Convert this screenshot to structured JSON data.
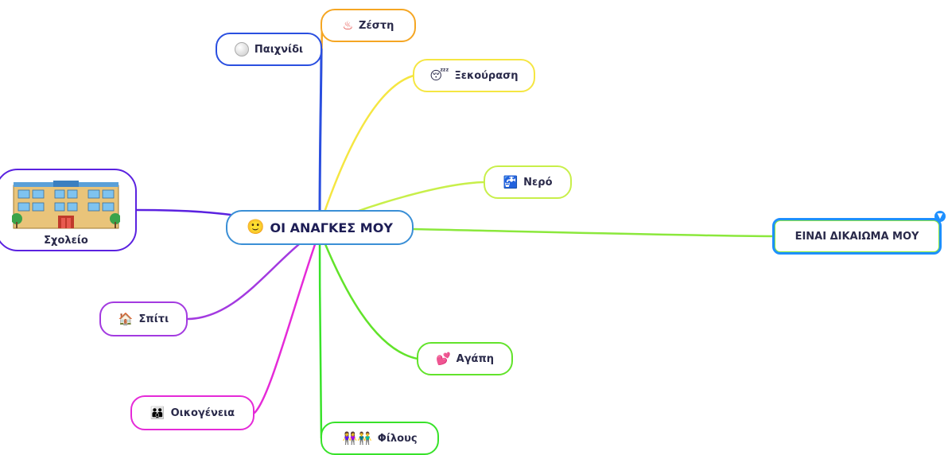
{
  "central": {
    "label": "ΟΙ ΑΝΑΓΚΕΣ ΜΟΥ",
    "icon": "smiley-face-icon",
    "color": "#3a8fd6"
  },
  "branches": [
    {
      "id": "zesti",
      "label": "Ζέστη",
      "icon": "hot-springs-icon",
      "color": "#f5a623"
    },
    {
      "id": "paixnidi",
      "label": "Παιχνίδι",
      "icon": "ball-icon",
      "color": "#2a4fe0"
    },
    {
      "id": "xekourasi",
      "label": "Ξεκούραση",
      "icon": "sleeping-face-icon",
      "color": "#f5e642"
    },
    {
      "id": "nero",
      "label": "Νερό",
      "icon": "water-tap-icon",
      "color": "#c8ef4a"
    },
    {
      "id": "dikaioma",
      "label": "ΕΙΝΑΙ ΔΙΚΑΙΩΜΑ ΜΟΥ",
      "icon": "",
      "color": "#8be83c"
    },
    {
      "id": "agapi",
      "label": "Αγάπη",
      "icon": "hearts-icon",
      "color": "#62e32b"
    },
    {
      "id": "filous",
      "label": "Φίλους",
      "icon": "friends-icon",
      "color": "#38e22a"
    },
    {
      "id": "oikogeneia",
      "label": "Οικογένεια",
      "icon": "family-icon",
      "color": "#e52ad8"
    },
    {
      "id": "spiti",
      "label": "Σπίτι",
      "icon": "house-icon",
      "color": "#a33ae0"
    },
    {
      "id": "sxoleio",
      "label": "Σχολείο",
      "icon": "school-building-icon",
      "color": "#5b22e0"
    }
  ],
  "selection_color": "#1e90ff"
}
